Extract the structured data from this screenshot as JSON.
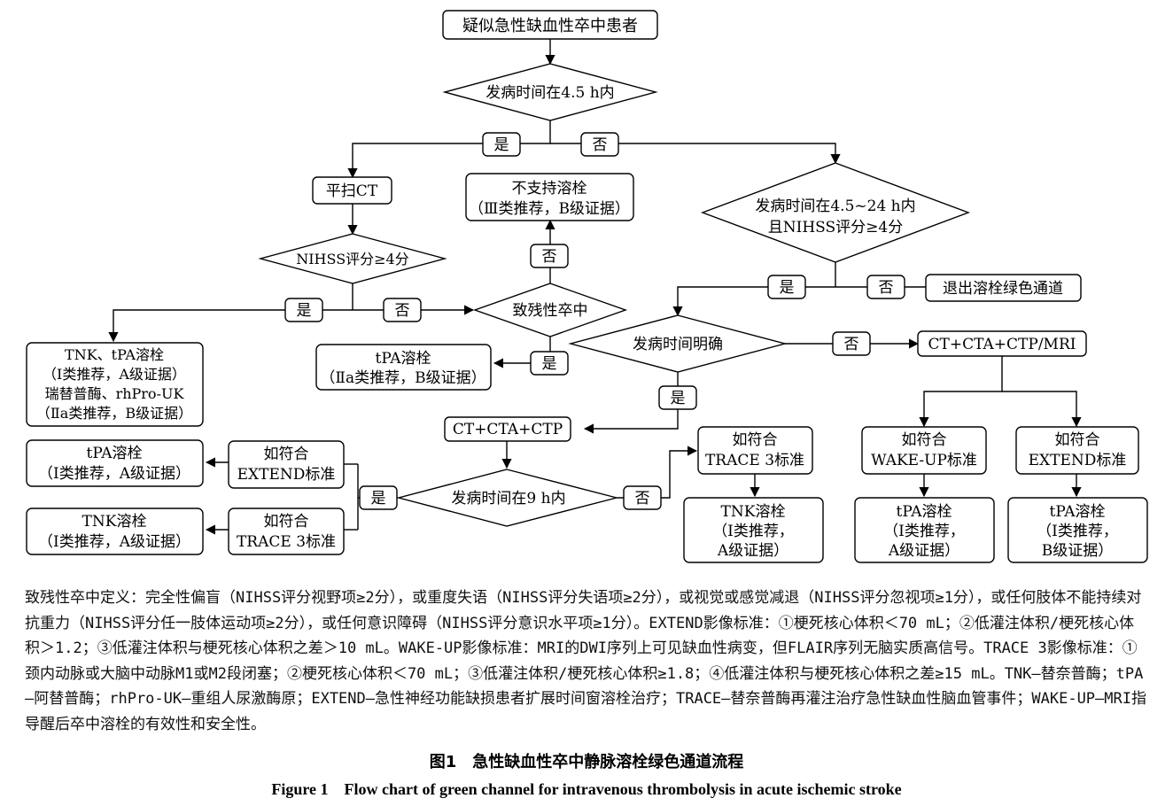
{
  "flowchart": {
    "start": "疑似急性缺血性卒中患者",
    "q_onset_4_5h": "发病时间在4.5 h内",
    "yes": "是",
    "no": "否",
    "plain_ct": "平扫CT",
    "q_nihss4": "NIHSS评分≥4分",
    "q_disabling": "致残性卒中",
    "no_thrombolysis": [
      "不支持溶栓",
      "（Ⅲ类推荐，B级证据）"
    ],
    "tnk_tpa": [
      "TNK、tPA溶栓",
      "（Ⅰ类推荐，A级证据）",
      "瑞替普酶、rhPro-UK",
      "（Ⅱa类推荐，B级证据）"
    ],
    "tpa_2a": [
      "tPA溶栓",
      "（Ⅱa类推荐，B级证据）"
    ],
    "q_onset_4_5_24h": [
      "发病时间在4.5~24 h内",
      "且NIHSS评分≥4分"
    ],
    "exit_channel": "退出溶栓绿色通道",
    "q_onset_clear": "发病时间明确",
    "ct_cta_ctp_mri": "CT+CTA+CTP/MRI",
    "ct_cta_ctp": "CT+CTA+CTP",
    "q_onset_9h": "发病时间在9 h内",
    "if_extend": [
      "如符合",
      "EXTEND标准"
    ],
    "if_trace3": [
      "如符合",
      "TRACE 3标准"
    ],
    "tpa_1a": [
      "tPA溶栓",
      "（Ⅰ类推荐，A级证据）"
    ],
    "tnk_1a": [
      "TNK溶栓",
      "（Ⅰ类推荐，A级证据）"
    ],
    "if_trace3_right": [
      "如符合",
      "TRACE 3标准"
    ],
    "tnk_1a_split": [
      "TNK溶栓",
      "（Ⅰ类推荐，",
      "A级证据）"
    ],
    "if_wakeup": [
      "如符合",
      "WAKE-UP标准"
    ],
    "if_extend_right": [
      "如符合",
      "EXTEND标准"
    ],
    "tpa_1a_split": [
      "tPA溶栓",
      "（Ⅰ类推荐，",
      "A级证据）"
    ],
    "tpa_1b_split": [
      "tPA溶栓",
      "（Ⅰ类推荐，",
      "B级证据）"
    ]
  },
  "notes": "致残性卒中定义：完全性偏盲（NIHSS评分视野项≥2分），或重度失语（NIHSS评分失语项≥2分），或视觉或感觉减退（NIHSS评分忽视项≥1分），或任何肢体不能持续对抗重力（NIHSS评分任一肢体运动项≥2分），或任何意识障碍（NIHSS评分意识水平项≥1分）。EXTEND影像标准：①梗死核心体积＜70 mL；②低灌注体积/梗死核心体积＞1.2；③低灌注体积与梗死核心体积之差＞10 mL。WAKE-UP影像标准：MRI的DWI序列上可见缺血性病变，但FLAIR序列无脑实质高信号。TRACE 3影像标准：①颈内动脉或大脑中动脉M1或M2段闭塞；②梗死核心体积＜70 mL；③低灌注体积/梗死核心体积≥1.8；④低灌注体积与梗死核心体积之差≥15 mL。TNK—替奈普酶；tPA—阿替普酶；rhPro-UK—重组人尿激酶原；EXTEND—急性神经功能缺损患者扩展时间窗溶栓治疗；TRACE—替奈普酶再灌注治疗急性缺血性脑血管事件；WAKE-UP—MRI指导醒后卒中溶栓的有效性和安全性。",
  "caption_cn": "图1　急性缺血性卒中静脉溶栓绿色通道流程",
  "caption_en": "Figure 1　Flow chart of green channel for intravenous thrombolysis in acute ischemic stroke"
}
